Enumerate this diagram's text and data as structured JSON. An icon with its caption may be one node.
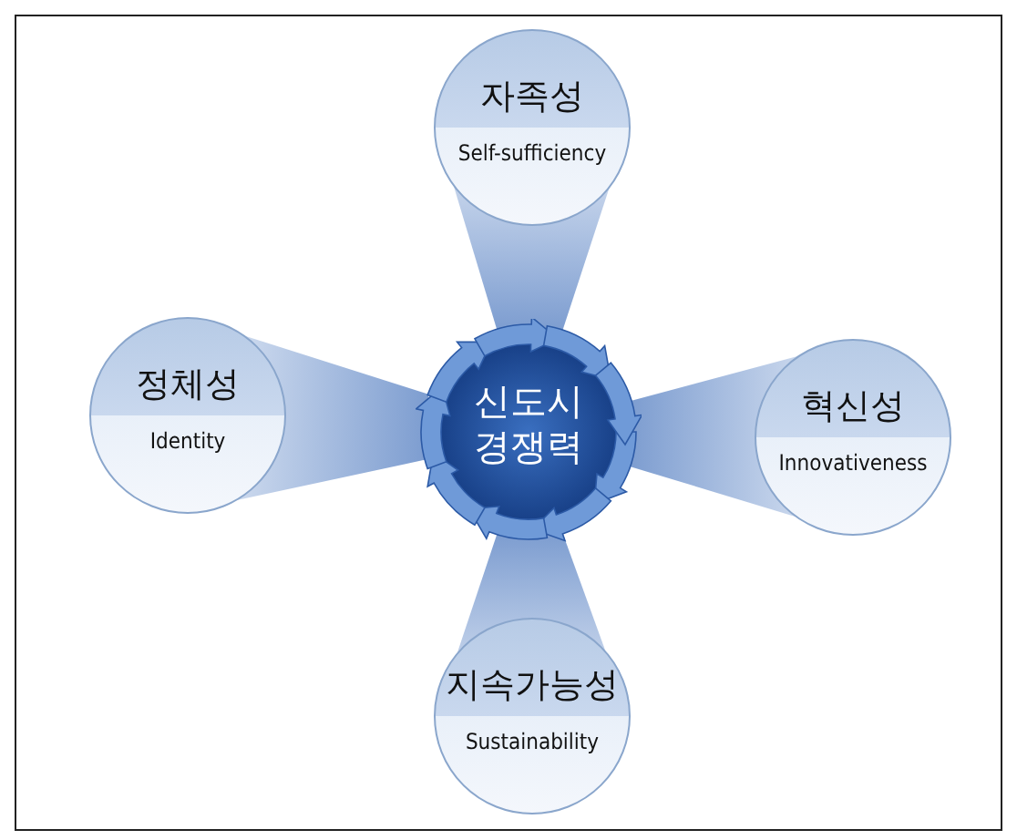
{
  "diagram": {
    "nodes": [
      {
        "text": [
          "신도시 경쟁력"
        ]
      },
      {
        "text": [
          "자족성",
          "Self-sufficiency"
        ]
      },
      {
        "text": [
          "정체성",
          "Identity"
        ]
      },
      {
        "text": [
          "혁신성",
          "Innovativeness"
        ]
      },
      {
        "text": [
          "지속가능성",
          "Sustainability"
        ]
      }
    ],
    "edges": [
      {
        "from": 0,
        "to": 1,
        "arrow": "none"
      },
      {
        "from": 0,
        "to": 2,
        "arrow": "none"
      },
      {
        "from": 0,
        "to": 3,
        "arrow": "none"
      },
      {
        "from": 0,
        "to": 4,
        "arrow": "none"
      }
    ]
  }
}
